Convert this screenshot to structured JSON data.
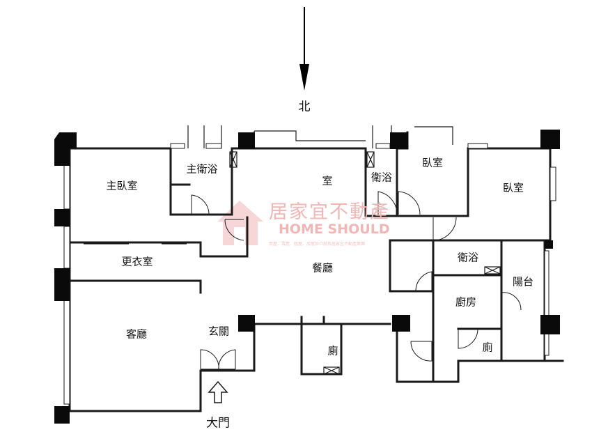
{
  "compass": {
    "label": "北"
  },
  "rooms": {
    "master_bedroom": "主臥室",
    "master_bath": "主衛浴",
    "room": "室",
    "bath_a": "衛浴",
    "bedroom_a": "臥室",
    "bedroom_b": "臥室",
    "walk_in_closet": "更衣室",
    "dining": "餐廳",
    "bath_b": "衛浴",
    "balcony": "陽台",
    "kitchen": "廚房",
    "living": "客廳",
    "foyer": "玄關",
    "toilet_a": "廁",
    "toilet_b": "廁"
  },
  "entrance": {
    "label": "大門"
  },
  "watermark": {
    "brand_cn": "居家宜不動產",
    "brand_en": "HOME SHOULD",
    "tagline": "買屋、賣屋、租屋、房屋仲介就找居家宜不動產集團"
  },
  "colors": {
    "wall": "#1a1a1a",
    "watermark": "#f0b6b6"
  }
}
